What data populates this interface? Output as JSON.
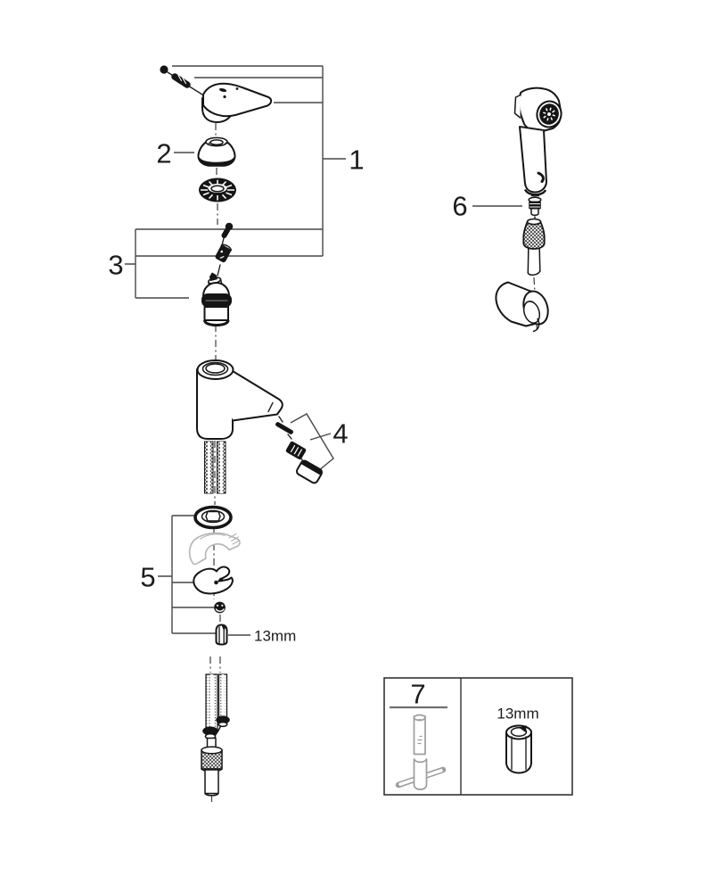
{
  "page": {
    "background": "#ffffff"
  },
  "colors": {
    "part_line": "#151515",
    "construction_line": "#474747",
    "ghost_gray": "#b5b5b5",
    "tool_gray": "#9c9c9c",
    "text": "#1c1c1c"
  },
  "callouts": {
    "n1": "1",
    "n2": "2",
    "n3": "3",
    "n4": "4",
    "n5": "5",
    "n6": "6",
    "n7": "7"
  },
  "dimensions": {
    "mounting_nut": "13mm",
    "box_socket_nut": "13mm"
  }
}
